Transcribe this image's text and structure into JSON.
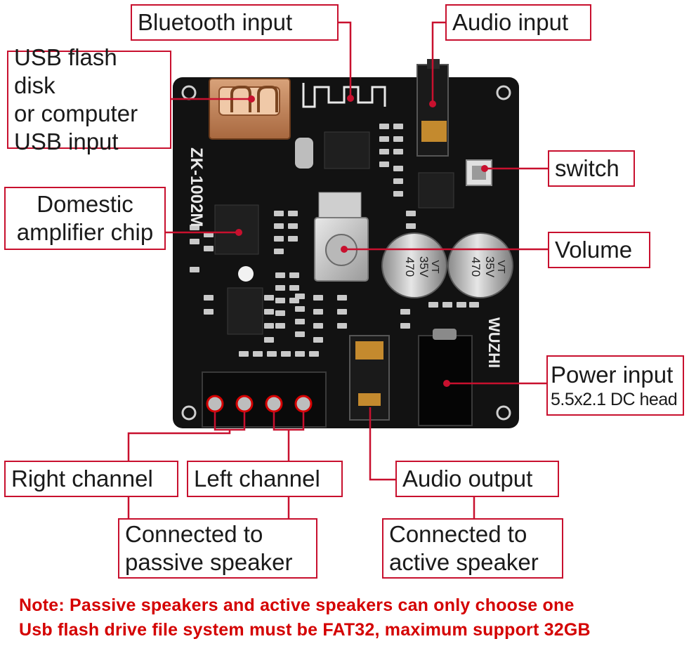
{
  "board": {
    "model_text": "ZK-1002M",
    "brand_text": "WUZHI",
    "capacitor_text": [
      "470",
      "35V",
      "VT"
    ]
  },
  "labels": {
    "bluetooth": "Bluetooth input",
    "audio_input": "Audio input",
    "usb": "USB flash disk\nor computer\nUSB input",
    "switch": "switch",
    "amp_chip": "Domestic\namplifier chip",
    "volume": "Volume",
    "power_title": "Power input",
    "power_sub": "5.5x2.1 DC head",
    "right_channel": "Right channel",
    "left_channel": "Left channel",
    "audio_output": "Audio output",
    "passive": "Connected to\npassive speaker",
    "active": "Connected to\nactive speaker"
  },
  "notes": {
    "line1": "Note: Passive speakers and active speakers can only choose one",
    "line2": "Usb flash drive file system must be FAT32, maximum support 32GB"
  },
  "colors": {
    "callout_red": "#c8102e",
    "note_red": "#d40000",
    "pcb_black": "#121212"
  }
}
